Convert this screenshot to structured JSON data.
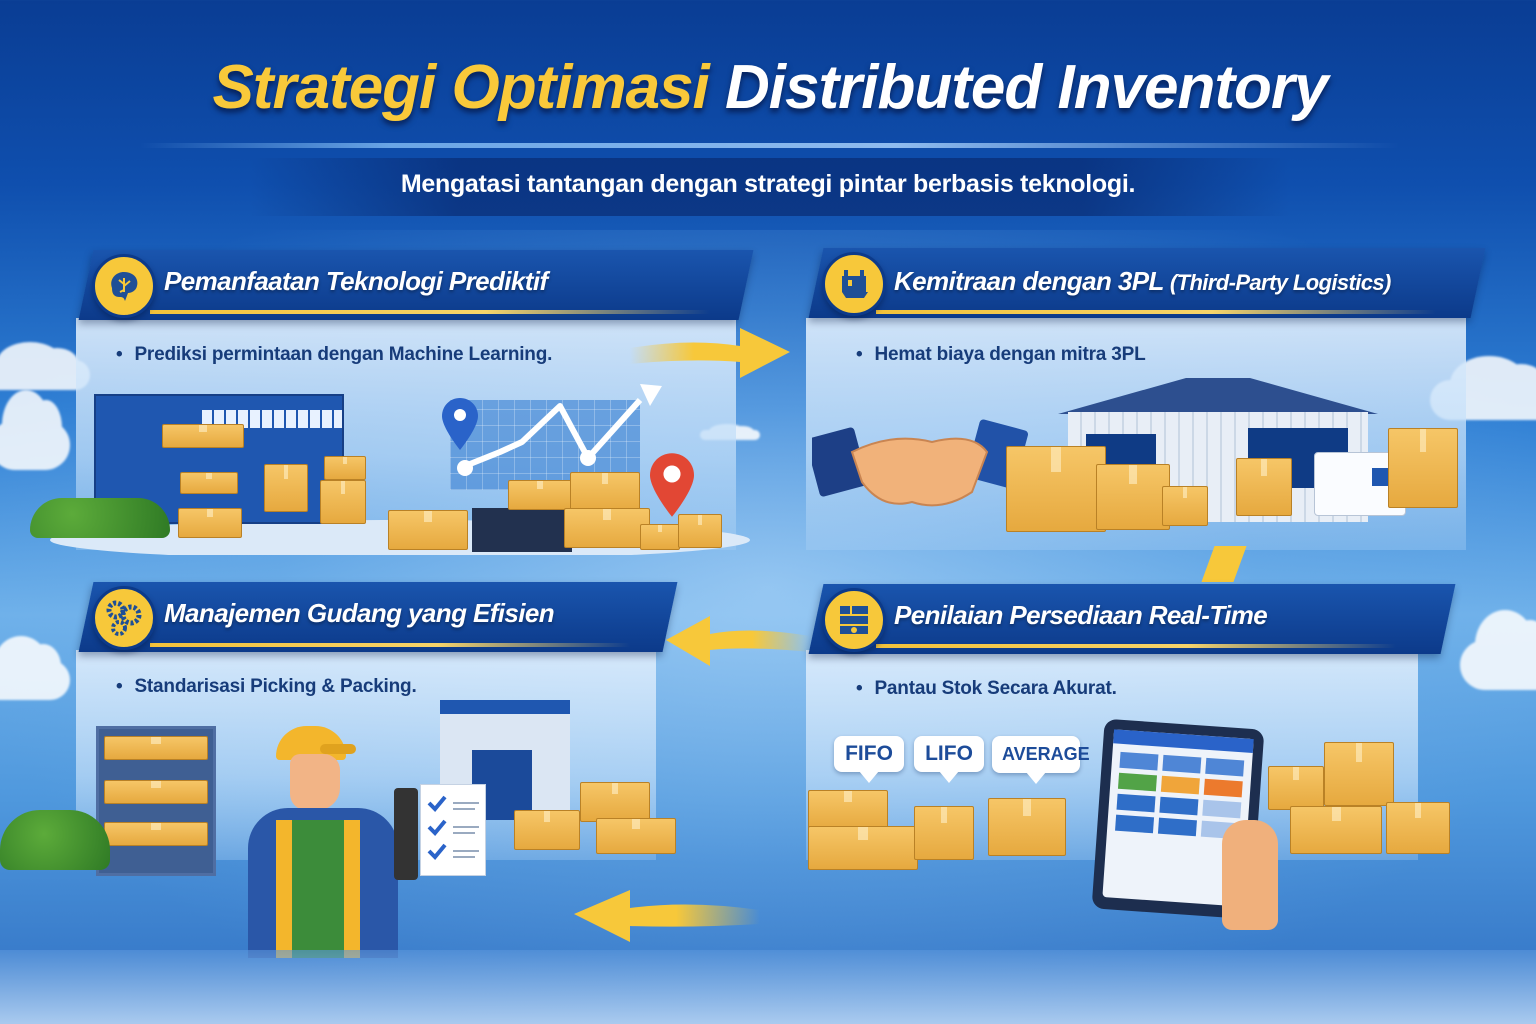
{
  "header": {
    "title_part1": "Strategi Optimasi",
    "title_part2": "Distributed Inventory",
    "subtitle": "Mengatasi tantangan dengan strategi pintar berbasis teknologi."
  },
  "panels": [
    {
      "id": "predictive",
      "title": "Pemanfaatan Teknologi Prediktif",
      "icon": "brain-tree-icon",
      "bullet": "Prediksi permintaan dengan Machine Learning."
    },
    {
      "id": "3pl",
      "title": "Kemitraan dengan 3PL",
      "title_paren": "(Third-Party Logistics)",
      "icon": "forklift-icon",
      "bullet": "Hemat biaya dengan mitra 3PL"
    },
    {
      "id": "warehouse",
      "title": "Manajemen Gudang yang Efisien",
      "icon": "gears-icon",
      "bullet": "Standarisasi Picking & Packing."
    },
    {
      "id": "realtime",
      "title": "Penilaian Persediaan Real-Time",
      "icon": "inventory-dashboard-icon",
      "bullet": "Pantau Stok Secara Akurat."
    }
  ],
  "valuation_methods": [
    "FIFO",
    "LIFO",
    "AVERAGE"
  ],
  "colors": {
    "accent_yellow": "#f9c93a",
    "header_blue": "#0c3a8a",
    "bullet_text": "#173c7a",
    "background_top": "#0a3d94"
  }
}
